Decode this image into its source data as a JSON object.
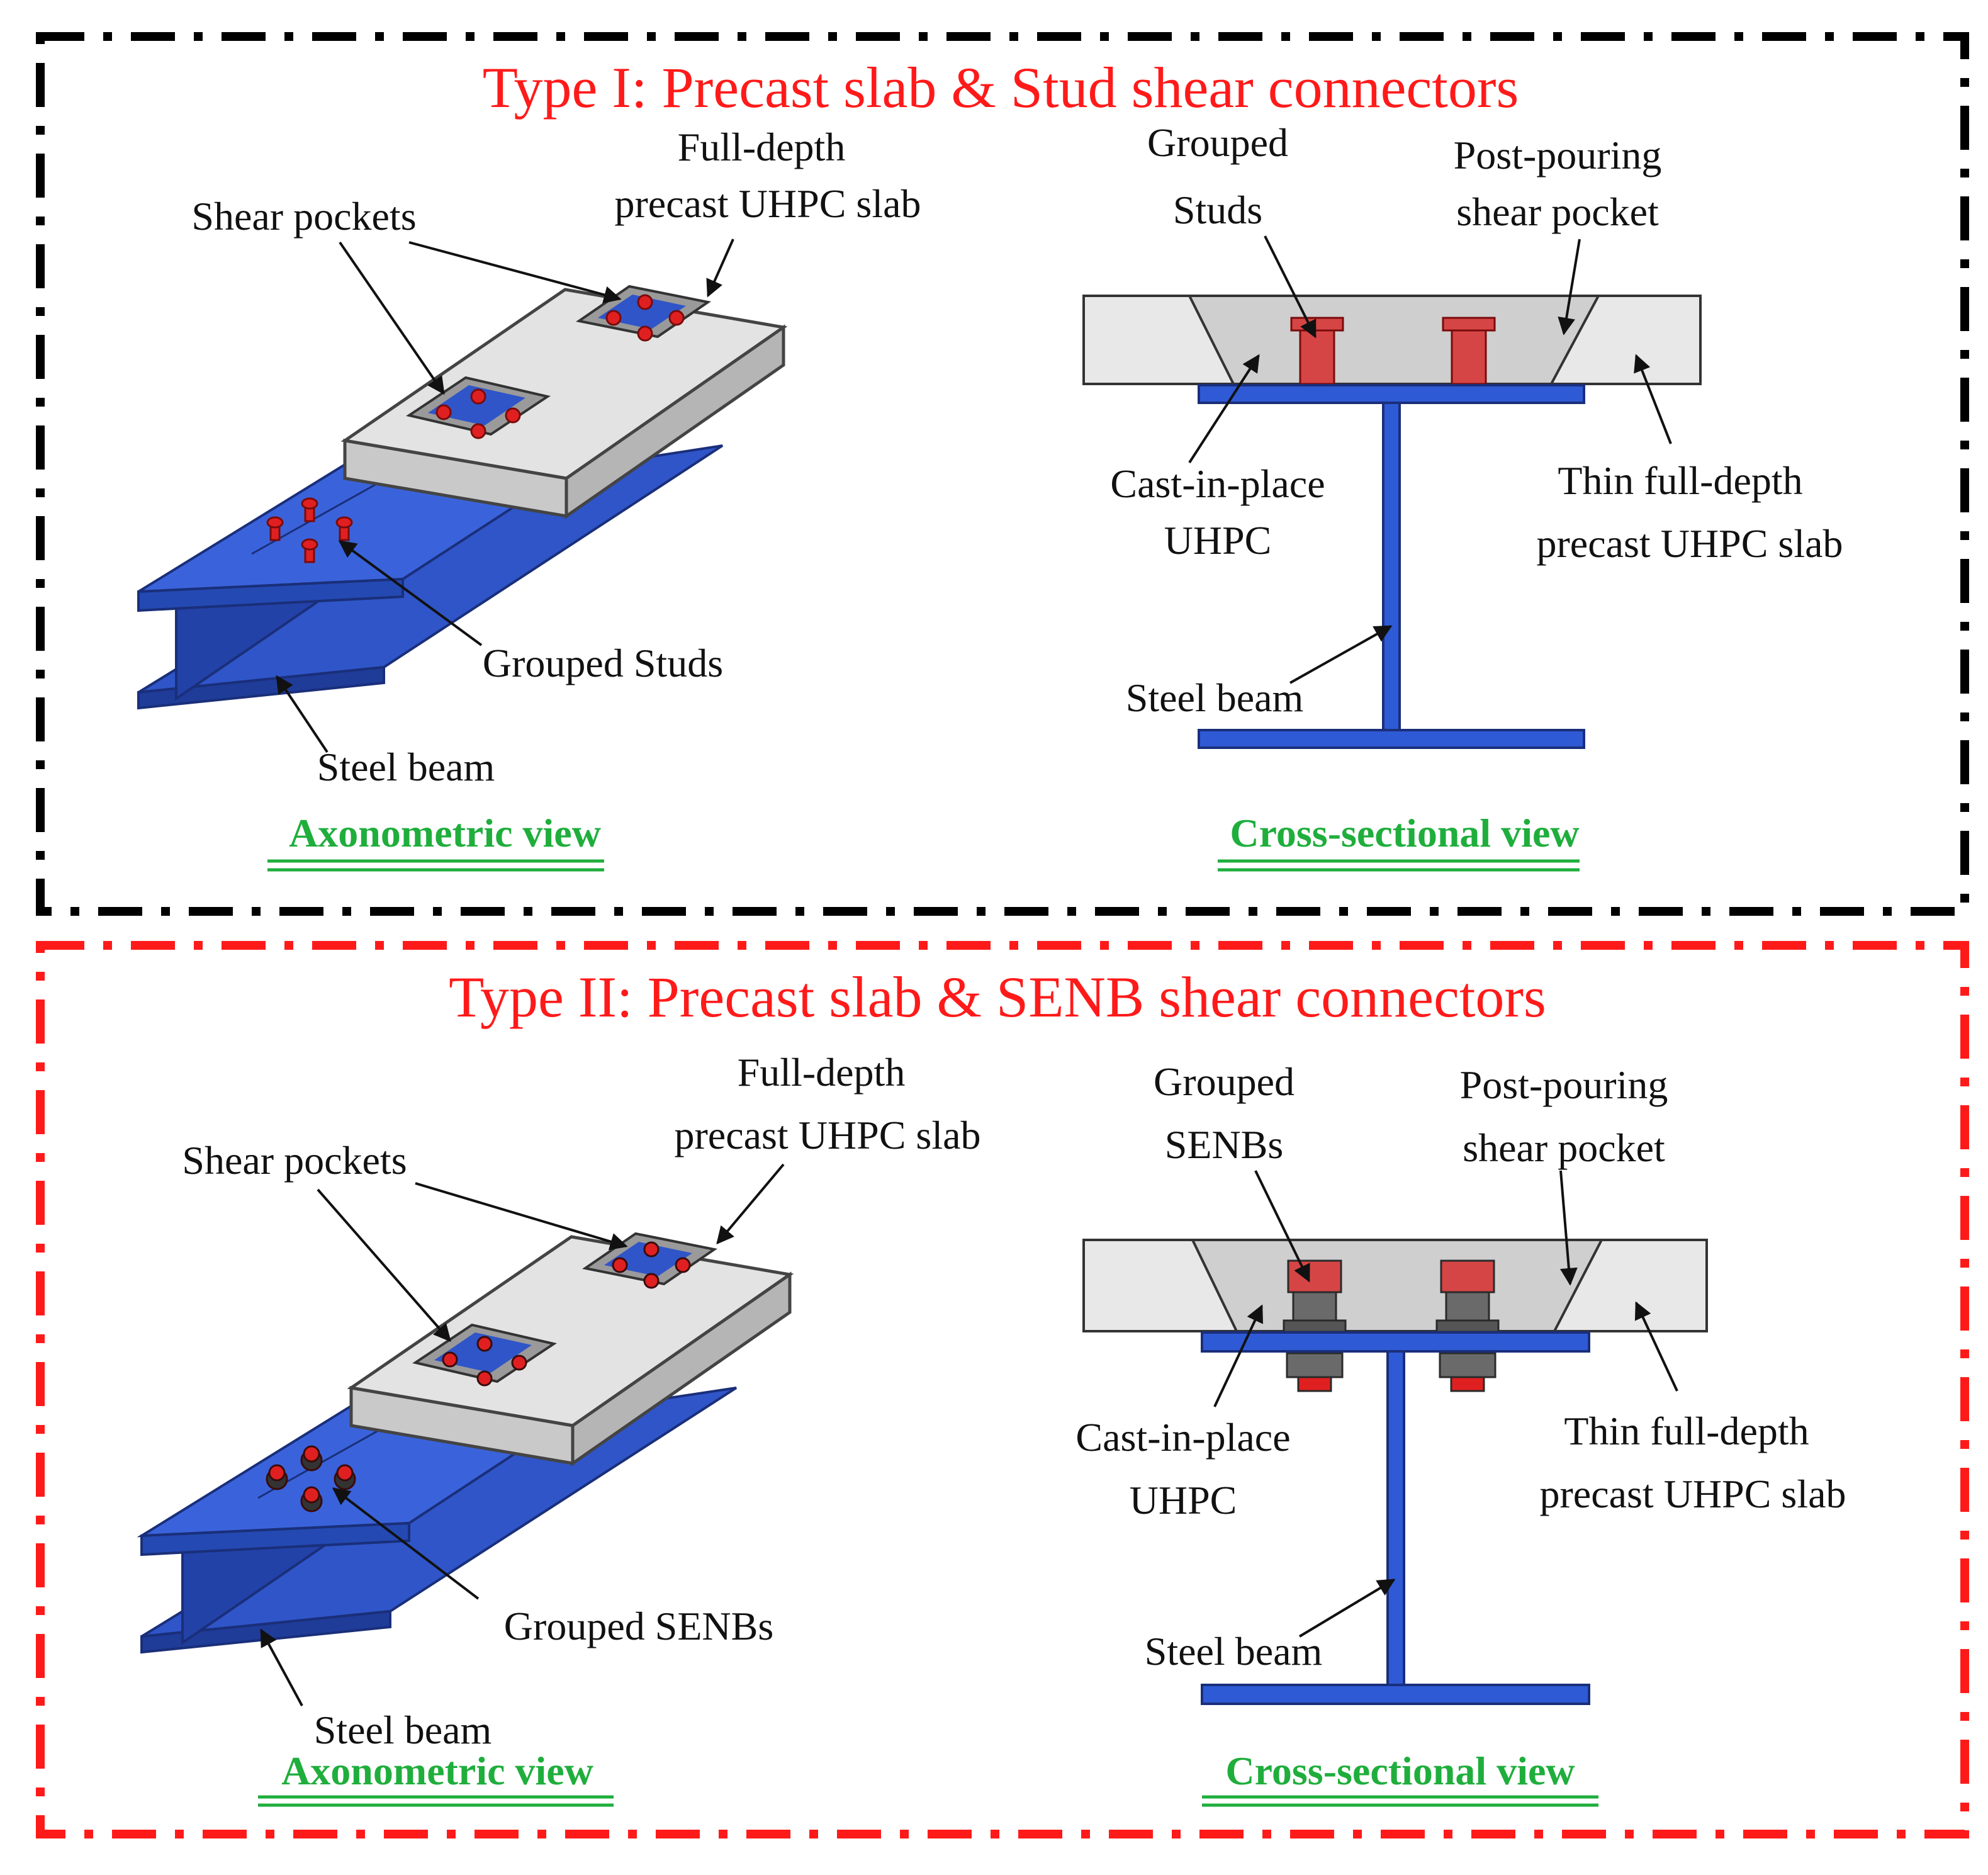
{
  "colors": {
    "title": "#ff1a1a",
    "view_caption": "#1fae3c",
    "steel": "#2f5ad6",
    "stud": "#d64545",
    "slab": "#dcdcdc",
    "frame_top": "#000000",
    "frame_bottom": "#ff1a1a"
  },
  "panel1": {
    "title": "Type I: Precast slab & Stud shear connectors",
    "axo": {
      "slab_label_1": "Full-depth",
      "slab_label_2": "precast UHPC slab",
      "pockets_label": "Shear pockets",
      "connectors_label": "Grouped Studs",
      "beam_label": "Steel beam",
      "caption": "Axonometric view"
    },
    "section": {
      "connectors_label_1": "Grouped",
      "connectors_label_2": "Studs",
      "pocket_label_1": "Post-pouring",
      "pocket_label_2": "shear pocket",
      "cip_label_1": "Cast-in-place",
      "cip_label_2": "UHPC",
      "slab_label_1": "Thin full-depth",
      "slab_label_2": "precast UHPC slab",
      "beam_label": "Steel beam",
      "caption": "Cross-sectional view"
    }
  },
  "panel2": {
    "title": "Type II: Precast slab & SENB shear connectors",
    "axo": {
      "slab_label_1": "Full-depth",
      "slab_label_2": "precast UHPC slab",
      "pockets_label": "Shear pockets",
      "connectors_label": "Grouped SENBs",
      "beam_label": "Steel beam",
      "caption": "Axonometric view"
    },
    "section": {
      "connectors_label_1": "Grouped",
      "connectors_label_2": "SENBs",
      "pocket_label_1": "Post-pouring",
      "pocket_label_2": "shear pocket",
      "cip_label_1": "Cast-in-place",
      "cip_label_2": "UHPC",
      "slab_label_1": "Thin full-depth",
      "slab_label_2": "precast UHPC slab",
      "beam_label": "Steel beam",
      "caption": "Cross-sectional view"
    }
  }
}
